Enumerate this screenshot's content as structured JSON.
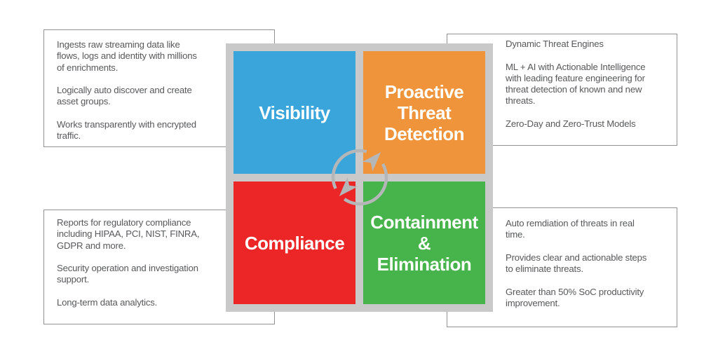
{
  "frame": {
    "color": "#c9c9c9"
  },
  "icon": {
    "name": "clockwise-cycle-arrows",
    "color": "#b5b6b8"
  },
  "quadrants": {
    "visibility": {
      "label": "Visibility",
      "color": "#3aa5db"
    },
    "proactive": {
      "label": "Proactive\nThreat\nDetection",
      "color": "#f0943c"
    },
    "compliance": {
      "label": "Compliance",
      "color": "#ec2527"
    },
    "containment": {
      "label": "Containment\n&\nElimination",
      "color": "#46b34b"
    }
  },
  "callouts": {
    "visibility": {
      "text": "Ingests raw streaming data like\nflows, logs and identity with millions\nof enrichments.\n\nLogically auto discover and create\nasset groups.\n\nWorks transparently with encrypted\ntraffic."
    },
    "proactive": {
      "text": "Dynamic Threat Engines\n\nML + AI with Actionable Intelligence\nwith leading feature engineering for\nthreat detection of known and new\nthreats.\n\nZero-Day and Zero-Trust Models"
    },
    "compliance": {
      "text": "Reports for regulatory compliance\nincluding HIPAA, PCI, NIST, FINRA,\nGDPR and more.\n\nSecurity operation and investigation\nsupport.\n\nLong-term data analytics."
    },
    "containment": {
      "text": "Auto remdiation of threats in real\ntime.\n\nProvides clear and actionable steps\nto eliminate threats.\n\nGreater than 50% SoC productivity\nimprovement."
    }
  }
}
